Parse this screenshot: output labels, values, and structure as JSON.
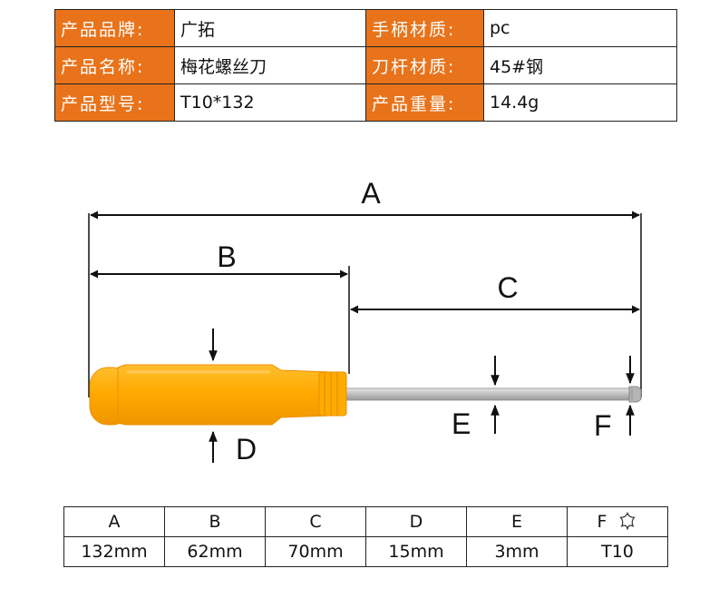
{
  "spec": {
    "rows": [
      {
        "label1": "产品品牌:",
        "value1": "广拓",
        "label2": "手柄材质:",
        "value2": "pc"
      },
      {
        "label1": "产品名称:",
        "value1": "梅花螺丝刀",
        "label2": "刀杆材质:",
        "value2": "45#钢"
      },
      {
        "label1": "产品型号:",
        "value1": "T10*132",
        "label2": "产品重量:",
        "value2": "14.4g"
      }
    ]
  },
  "diagram": {
    "labels": {
      "A": "A",
      "B": "B",
      "C": "C",
      "D": "D",
      "E": "E",
      "F": "F"
    },
    "colors": {
      "handle": "#ffaa00",
      "handle_edge": "#f09000",
      "shaft": "#c9c9c9",
      "line": "#111111"
    }
  },
  "dims": {
    "headers": [
      "A",
      "B",
      "C",
      "D",
      "E",
      "F"
    ],
    "values": [
      "132mm",
      "62mm",
      "70mm",
      "15mm",
      "3mm",
      "T10"
    ],
    "icon": "torx-star-icon"
  }
}
